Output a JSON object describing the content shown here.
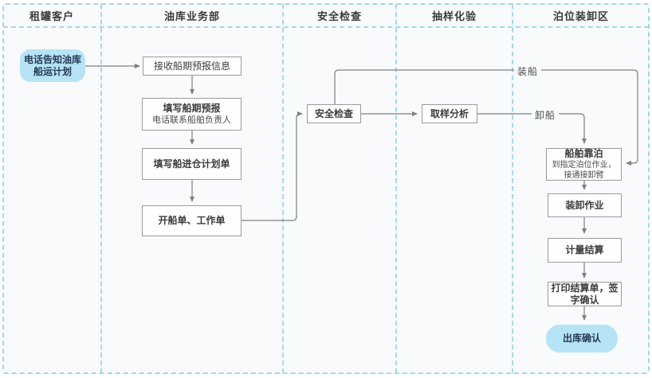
{
  "flowchart": {
    "lanes": [
      {
        "label": "租罐客户"
      },
      {
        "label": "油库业务部"
      },
      {
        "label": "安全检查"
      },
      {
        "label": "抽样化验"
      },
      {
        "label": "泊位装卸区"
      }
    ],
    "nodes": {
      "phone_notify": {
        "label": "电话告知油库船运计划"
      },
      "receive_forecast": {
        "label": "接收船期预报信息"
      },
      "fill_forecast": {
        "title": "填写船期预报",
        "subtitle": "电话联系船舶负责人"
      },
      "fill_plan": {
        "label": "填写船进仓计划单"
      },
      "open_bill": {
        "label": "开船单、工作单"
      },
      "safety_check": {
        "label": "安全检查"
      },
      "sampling": {
        "label": "取样分析"
      },
      "berth": {
        "title": "船舶靠泊",
        "subtitle": "到指定泊位作业，接通接卸臂"
      },
      "loading_op": {
        "label": "装卸作业"
      },
      "metering": {
        "label": "计量结算"
      },
      "print_bill": {
        "label": "打印结算单，签字确认"
      },
      "exit_confirm": {
        "label": "出库确认"
      }
    },
    "edge_labels": {
      "load_ship": "装船",
      "unload_ship": "卸船"
    },
    "colors": {
      "lane_line": "#a4d7ec",
      "highlight_node_fill": "#b7e3f7",
      "highlight_node_text": "#243b52",
      "connector": "#7f7f7f",
      "node_border": "#9b9b9b"
    }
  }
}
